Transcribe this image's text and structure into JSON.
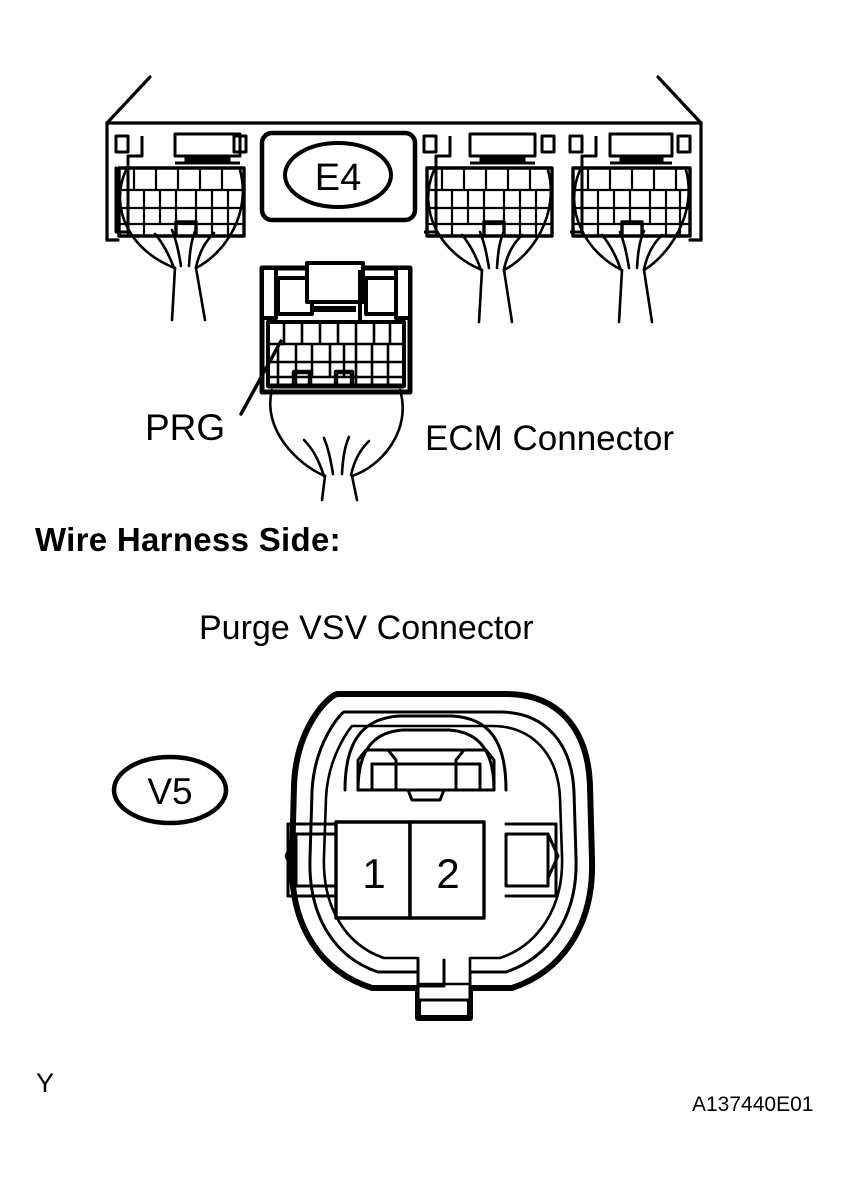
{
  "figure": {
    "code": "A137440E01",
    "sheet_mark": "Y"
  },
  "ecm_section": {
    "connector_label": "E4",
    "terminal_callout": "PRG",
    "caption": "ECM Connector",
    "connector_count": 4
  },
  "harness_section": {
    "heading": "Wire Harness Side:",
    "caption": "Purge VSV Connector",
    "connector_label": "V5",
    "terminals": [
      {
        "number": "1"
      },
      {
        "number": "2"
      }
    ]
  },
  "colors": {
    "ink": "#000000",
    "paper": "#ffffff"
  }
}
